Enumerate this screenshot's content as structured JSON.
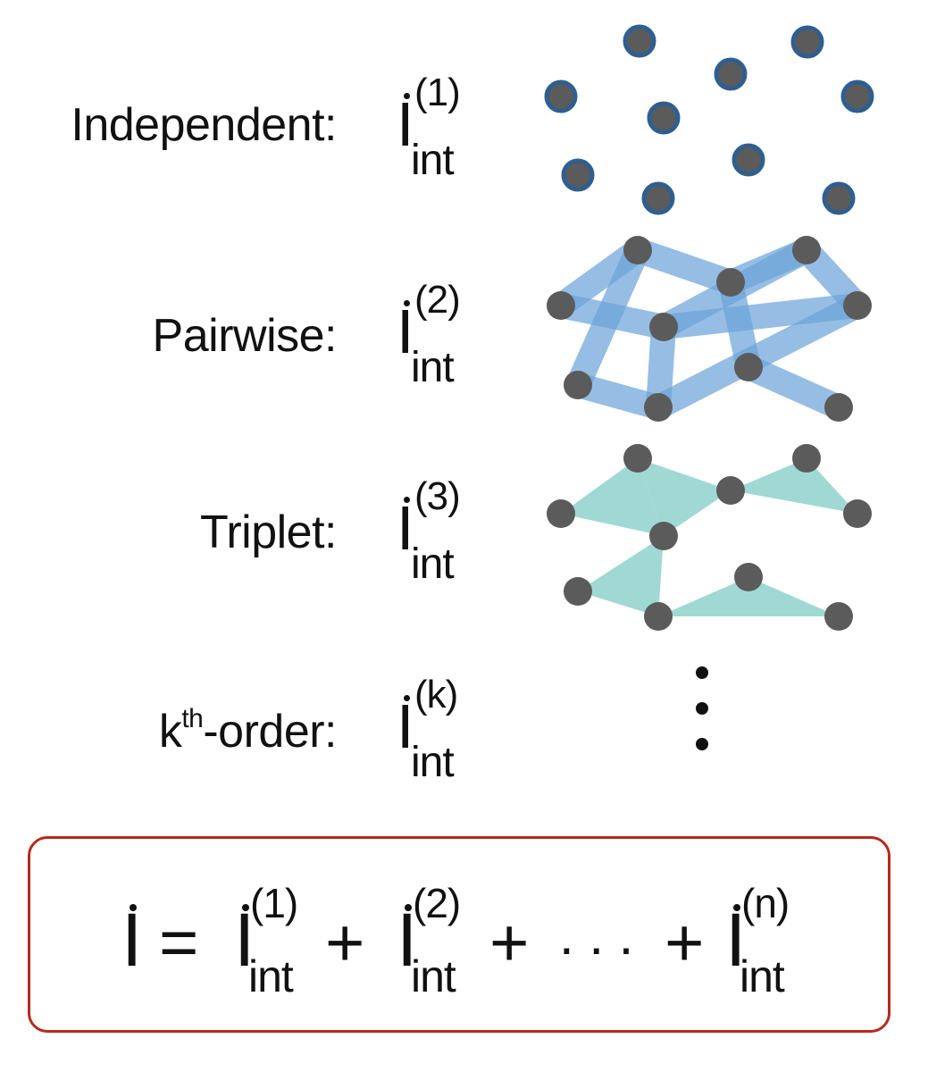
{
  "rows": [
    {
      "label": "Independent:",
      "sup": "(1)",
      "sub": "int"
    },
    {
      "label": "Pairwise:",
      "sup": "(2)",
      "sub": "int"
    },
    {
      "label": "Triplet:",
      "sup": "(3)",
      "sub": "int"
    },
    {
      "label_k": "k",
      "label_th": "th",
      "label_rest": "-order:",
      "sup": "(k)",
      "sub": "int"
    }
  ],
  "symbol_base": "I",
  "equation": {
    "lhs": "I",
    "equals": "=",
    "terms": [
      {
        "base": "I",
        "sup": "(1)",
        "sub": "int"
      },
      {
        "base": "I",
        "sup": "(2)",
        "sub": "int"
      },
      {
        "base": "I",
        "sup": "(n)",
        "sub": "int"
      }
    ],
    "plus": "+",
    "ellipsis": ". . ."
  },
  "colors": {
    "node_fill": "#5b5b5b",
    "independent_ring": "#2f5f8f",
    "pairwise_edge": "#6aa3d8",
    "triplet_fill": "#7ccbc2",
    "box_border": "#b52a1c"
  }
}
